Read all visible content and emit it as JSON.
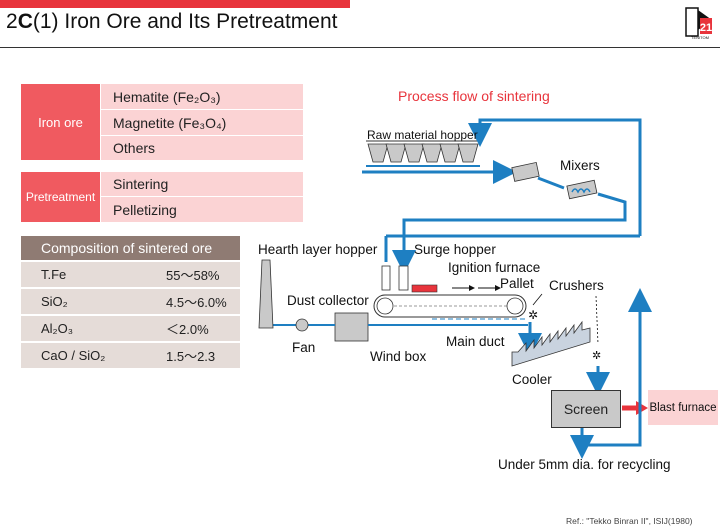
{
  "header": {
    "title_num": "2",
    "title_sec": "C",
    "title_sub": "(1)",
    "title_text": "Iron Ore and Its Pretreatment",
    "logo_text": "TENITOM",
    "accent_color": "#e8343c"
  },
  "iron_ore": {
    "label": "Iron ore",
    "items": [
      "Hematite (Fe₂O₃)",
      "Magnetite (Fe₃O₄)",
      "Others"
    ]
  },
  "pretreatment": {
    "label": "Pretreatment",
    "items": [
      "Sintering",
      "Pelletizing"
    ]
  },
  "composition": {
    "header": "Composition of sintered ore",
    "rows": [
      {
        "key": "T.Fe",
        "value": "55〜58%"
      },
      {
        "key": "SiO₂",
        "value": "4.5〜6.0%"
      },
      {
        "key": "Al₂O₃",
        "value": "＜2.0%"
      },
      {
        "key": "CaO / SiO₂",
        "value": "1.5〜2.3"
      }
    ]
  },
  "flow": {
    "title": "Process flow of sintering",
    "labels": {
      "raw_material_hopper": "Raw material hopper",
      "mixers": "Mixers",
      "hearth_layer_hopper": "Hearth layer hopper",
      "surge_hopper": "Surge hopper",
      "ignition_furnace": "Ignition furnace",
      "pallet": "Pallet",
      "crushers": "Crushers",
      "dust_collector": "Dust collector",
      "fan": "Fan",
      "wind_box": "Wind box",
      "main_duct": "Main duct",
      "cooler": "Cooler",
      "screen": "Screen",
      "blast_furnace": "Blast furnace",
      "recycling": "Under 5mm dia. for recycling"
    },
    "colors": {
      "flow": "#1e7fc2",
      "box_gray": "#c9c9c9"
    }
  },
  "reference": "Ref.: \"Tekko Binran II\", ISIJ(1980)"
}
